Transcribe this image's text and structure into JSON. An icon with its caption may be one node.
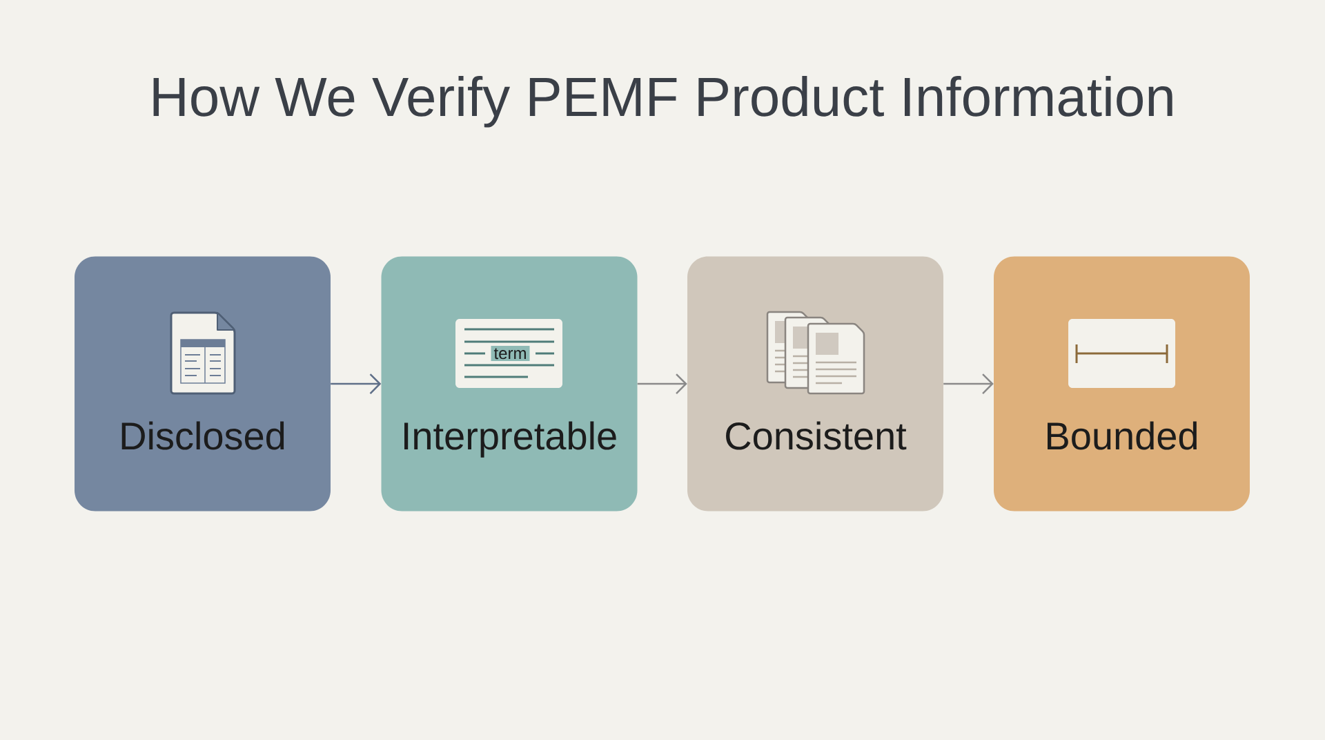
{
  "diagram": {
    "title": "How We Verify PEMF Product Information",
    "nodes": [
      {
        "text": [
          "Disclosed"
        ]
      },
      {
        "text": [
          "Interpretable"
        ]
      },
      {
        "text": [
          "Consistent"
        ]
      },
      {
        "text": [
          "Bounded"
        ]
      }
    ],
    "edges": [
      {
        "from": 0,
        "to": 1,
        "arrow": "to",
        "color": "#5f6f88"
      },
      {
        "from": 1,
        "to": 2,
        "arrow": "to"
      },
      {
        "from": 2,
        "to": 3,
        "arrow": "to"
      }
    ],
    "labels": [
      "term"
    ]
  }
}
